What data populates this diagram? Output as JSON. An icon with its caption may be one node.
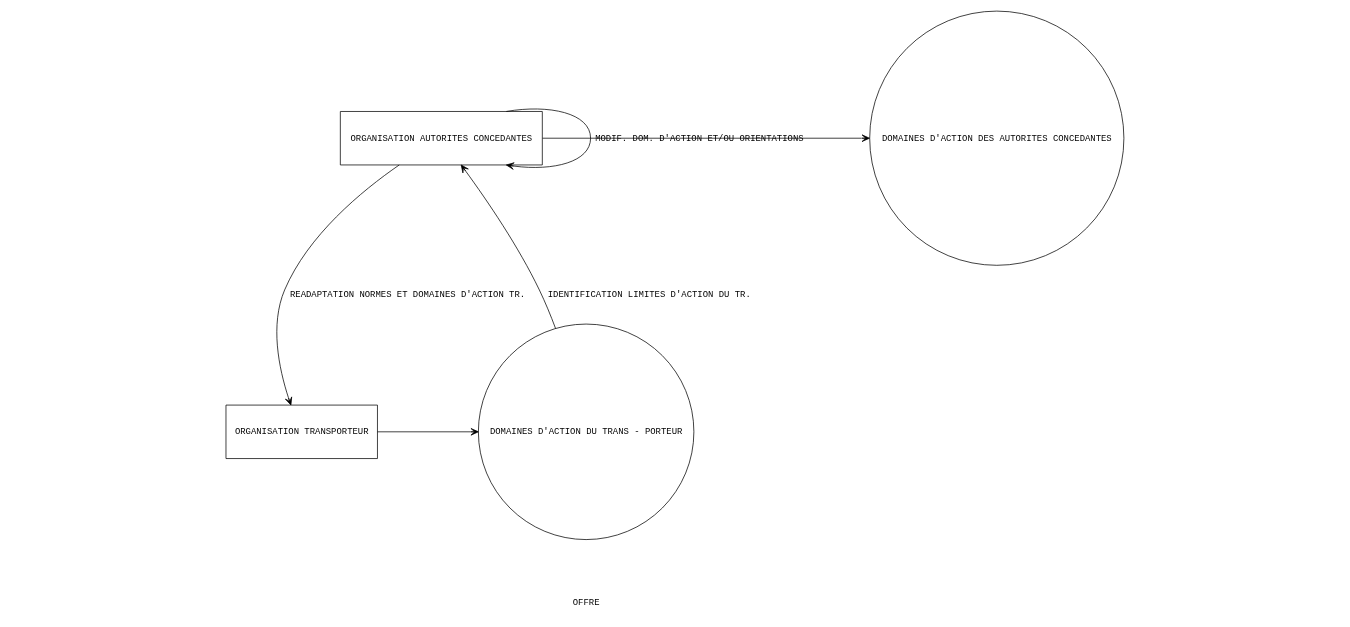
{
  "diagram": {
    "nodes": [
      {
        "text": [
          "ORGANISATION AUTORITES CONCEDANTES"
        ]
      },
      {
        "text": [
          "DOMAINES D'ACTION DES AUTORITES CONCEDANTES"
        ]
      },
      {
        "text": [
          "ORGANISATION TRANSPORTEUR"
        ]
      },
      {
        "text": [
          "DOMAINES D'ACTION DU TRANS - PORTEUR"
        ]
      }
    ],
    "edges": [
      {
        "from": 0,
        "to": 0,
        "arrow": "to",
        "label": "MODIF. DOM. D'ACTION ET/OU ORIENTATIONS"
      },
      {
        "from": 0,
        "to": 1,
        "arrow": "to"
      },
      {
        "from": 0,
        "to": 2,
        "arrow": "to",
        "label": "READAPTATION NORMES ET DOMAINES D'ACTION TR."
      },
      {
        "from": 3,
        "to": 0,
        "arrow": "to",
        "label": "IDENTIFICATION LIMITES D'ACTION DU TR."
      },
      {
        "from": 2,
        "to": 3,
        "arrow": "to"
      }
    ],
    "labels": [
      "OFFRE"
    ]
  }
}
